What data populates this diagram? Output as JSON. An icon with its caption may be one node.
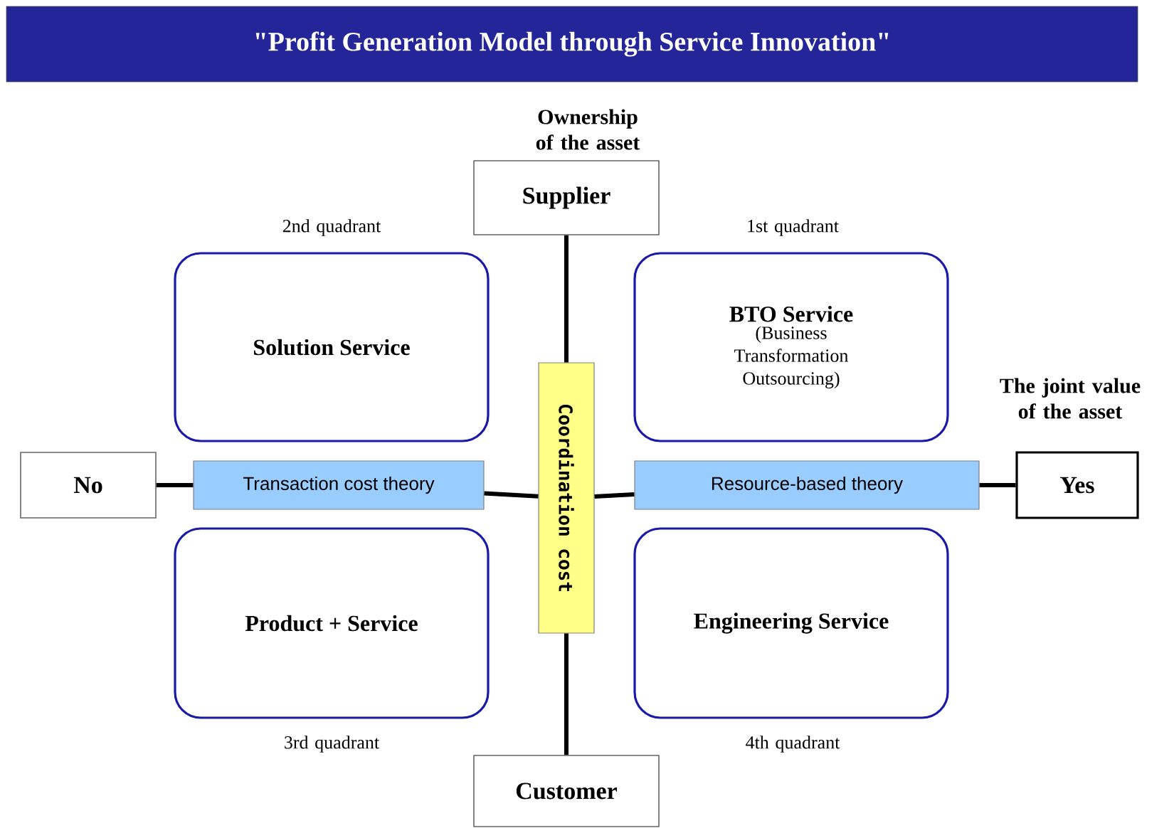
{
  "diagram": {
    "title": "\"Profit Generation Model through Service Innovation\"",
    "nodes": [
      {
        "text": [
          "Supplier"
        ],
        "beside": [
          "Ownership of the asset"
        ]
      },
      {
        "text": [
          "Customer"
        ]
      },
      {
        "text": [
          "No"
        ]
      },
      {
        "text": [
          "Yes"
        ],
        "beside": [
          "The joint value of the asset"
        ]
      },
      {
        "text": [
          "Transaction cost theory"
        ]
      },
      {
        "text": [
          "Resource-based theory"
        ]
      },
      {
        "text": [
          "Coordination cost"
        ]
      },
      {
        "text": [
          "Solution Service"
        ],
        "beside": [
          "2nd quadrant"
        ]
      },
      {
        "text": [
          "BTO Service",
          "(Business Transformation Outsourcing)"
        ],
        "beside": [
          "1st quadrant"
        ]
      },
      {
        "text": [
          "Product + Service"
        ],
        "beside": [
          "3rd quadrant"
        ]
      },
      {
        "text": [
          "Engineering Service"
        ],
        "beside": [
          "4th quadrant"
        ]
      }
    ],
    "edges": [
      {
        "from": 0,
        "to": 6,
        "arrow": "none"
      },
      {
        "from": 6,
        "to": 1,
        "arrow": "none"
      },
      {
        "from": 2,
        "to": 4,
        "arrow": "none"
      },
      {
        "from": 4,
        "to": 6,
        "arrow": "none"
      },
      {
        "from": 6,
        "to": 5,
        "arrow": "none"
      },
      {
        "from": 5,
        "to": 3,
        "arrow": "none"
      }
    ]
  }
}
